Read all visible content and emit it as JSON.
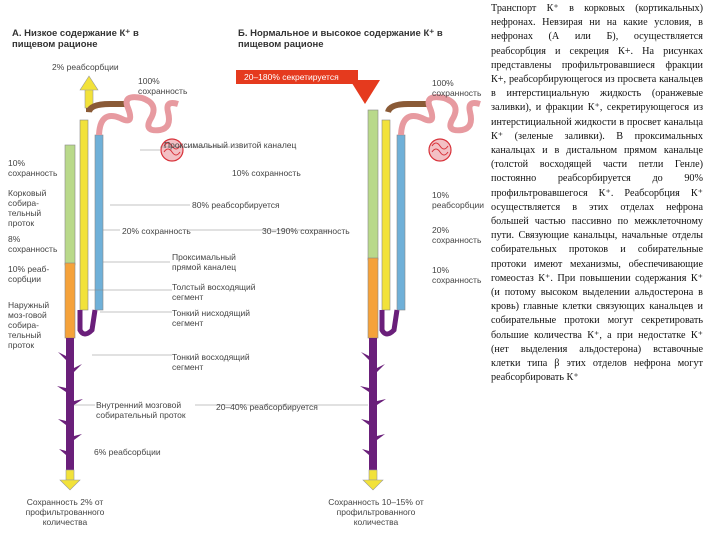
{
  "panel_a": {
    "title_letter": "А.",
    "title": "Низкое содержание К⁺ в пищевом рационе",
    "top_flow": "2% реабсорбции",
    "label_100": "100% сохранность",
    "label_10_left": "10% сохранность",
    "cortical_duct": "Корковый собира-тельный проток",
    "label_8": "8% сохранность",
    "label_10_reabs": "10% реаб-сорбции",
    "outer_medulla_duct": "Наружный моз-говой собира-тельный проток",
    "bottom_result": "Сохранность 2% от профильтрованного количества"
  },
  "panel_b": {
    "title_letter": "Б.",
    "title": "Нормальное и высокое содержание К⁺ в пищевом рационе",
    "secretion_arrow": "20–180% секретируется",
    "label_100": "100% сохранность",
    "label_10_reabs": "10% реабсорбции",
    "label_20": "20% сохранность",
    "label_10_right": "10% сохранность",
    "bottom_result": "Сохранность 10–15% от профильтрованного количества"
  },
  "middle_labels": {
    "proximal_convoluted": "Проксимальный извитой каналец",
    "retention_10": "10% сохранность",
    "reabsorbed_80": "80% реабсорбируется",
    "retention_20": "20% сохранность",
    "retention_30_190": "30–190% сохранность",
    "proximal_straight": "Проксимальный прямой каналец",
    "thick_ascending": "Толстый восходящий сегмент",
    "thin_descending": "Тонкий нисходящий сегмент",
    "thin_ascending": "Тонкий восходящий сегмент",
    "inner_medulla_duct": "Внутренний мозговой собирательный проток",
    "reabsorbed_20_40": "20–40% реабсорбируется",
    "reabsorbed_6": "6% реабсорбции"
  },
  "text_panel": {
    "paragraph": "Транспорт К⁺ в корковых (кортикальных) нефронах. Невзирая ни на какие условия, в нефронах (А или Б), осуществляется реабсорбция и секреция К+. На рисунках представлены профильтровавшиеся фракции К+, реабсорбирующегося из просвета канальцев в интерстициальную жидкость (оранжевые заливки), и фракции К⁺, секретирующегося из интерстициальной жидкости в просвет канальца К⁺ (зеленые заливки). В проксимальных канальцах и в дистальном прямом канальце (толстой восходящей части петли Генле) постоянно реабсорбируется до 90% профильтровавшегося К⁺. Реабсорбция К⁺ осуществляется в этих отделах нефрона большей частью пассивно по межклеточному пути. Связующие канальцы, начальные отделы собирательных протоков и собирательные протоки имеют механизмы, обеспечивающие гомеостаз К⁺. При повышении содержания К⁺ (и потому высоком выделении альдостерона в кровь) главные клетки связующих канальцев и собирательные протоки могут секретировать большие количества К⁺, а при недостатке К⁺ (нет выделения альдостерона) вставочные клетки типа β этих отделов нефрона могут реабсорбировать К⁺"
  },
  "colors": {
    "yellow_segment": "#f2e23a",
    "blue_segment": "#6fb0d8",
    "orange_segment": "#f5a23a",
    "purple_duct": "#6a1f7a",
    "green_segment": "#b9d98a",
    "red_arrow": "#e53a1e",
    "pink_tubule": "#e79aa0",
    "glomerulus": "#d8323a",
    "brown_segment": "#8a5a36"
  }
}
